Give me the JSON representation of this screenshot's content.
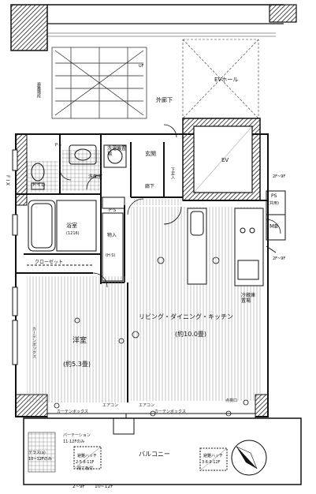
{
  "plan": {
    "rooms": {
      "ev_hall": "EVホール",
      "ev": "EV",
      "outer_corridor": "外廊下",
      "entrance": "玄関",
      "corridor": "廊下",
      "washroom": "洗面室",
      "washer_space": "洗濯機置場",
      "toilet": "トイレ",
      "bath": "浴室",
      "bath_size": "(1216)",
      "closet": "クローゼット",
      "storage": "物入",
      "storage_sub": "(H·S)",
      "western_room": "洋室",
      "western_room_size": "(約5.3畳)",
      "ldk": "リビング・ダイニング・キッチン",
      "ldk_size": "(約10.0畳)",
      "fridge": "冷蔵庫置場",
      "balcony": "バルコニー",
      "emergency_stairs": "避難階段",
      "ps_label": "P·S",
      "ps_ms": "PS",
      "ps_ms_sub": "(共用)",
      "mb": "MB",
      "shoebox": "下足入"
    },
    "annotations": {
      "curtain_box_1": "カーテンボックス",
      "curtain_box_2": "カーテンボックス",
      "curtain_box_3": "カーテンボックス",
      "aircon_1": "エアコン",
      "aircon_2": "エアコン",
      "partition": "パーテーション",
      "partition_floors": "11·12Fのみ",
      "terrace_note": "テラス(a)",
      "terrace_floors": "10~12Fのみ",
      "hatch_1": "避難ハッチ",
      "hatch_1_floors": "2·5·8·11F",
      "hatch_1_note": "隔て板付",
      "hatch_2": "避難ハッチ",
      "hatch_2_floors": "3·6·9·12F",
      "floors_left": "2~9F",
      "floors_right": "10~12F",
      "floors_ps_1": "2F~9F",
      "floors_ps_2": "2F~9F",
      "door_closer": "点検口",
      "fix_label": "F I X",
      "ps_small": "P·S",
      "uf": "UF"
    },
    "icons": {
      "north_arrow": "north-arrow-icon"
    }
  }
}
